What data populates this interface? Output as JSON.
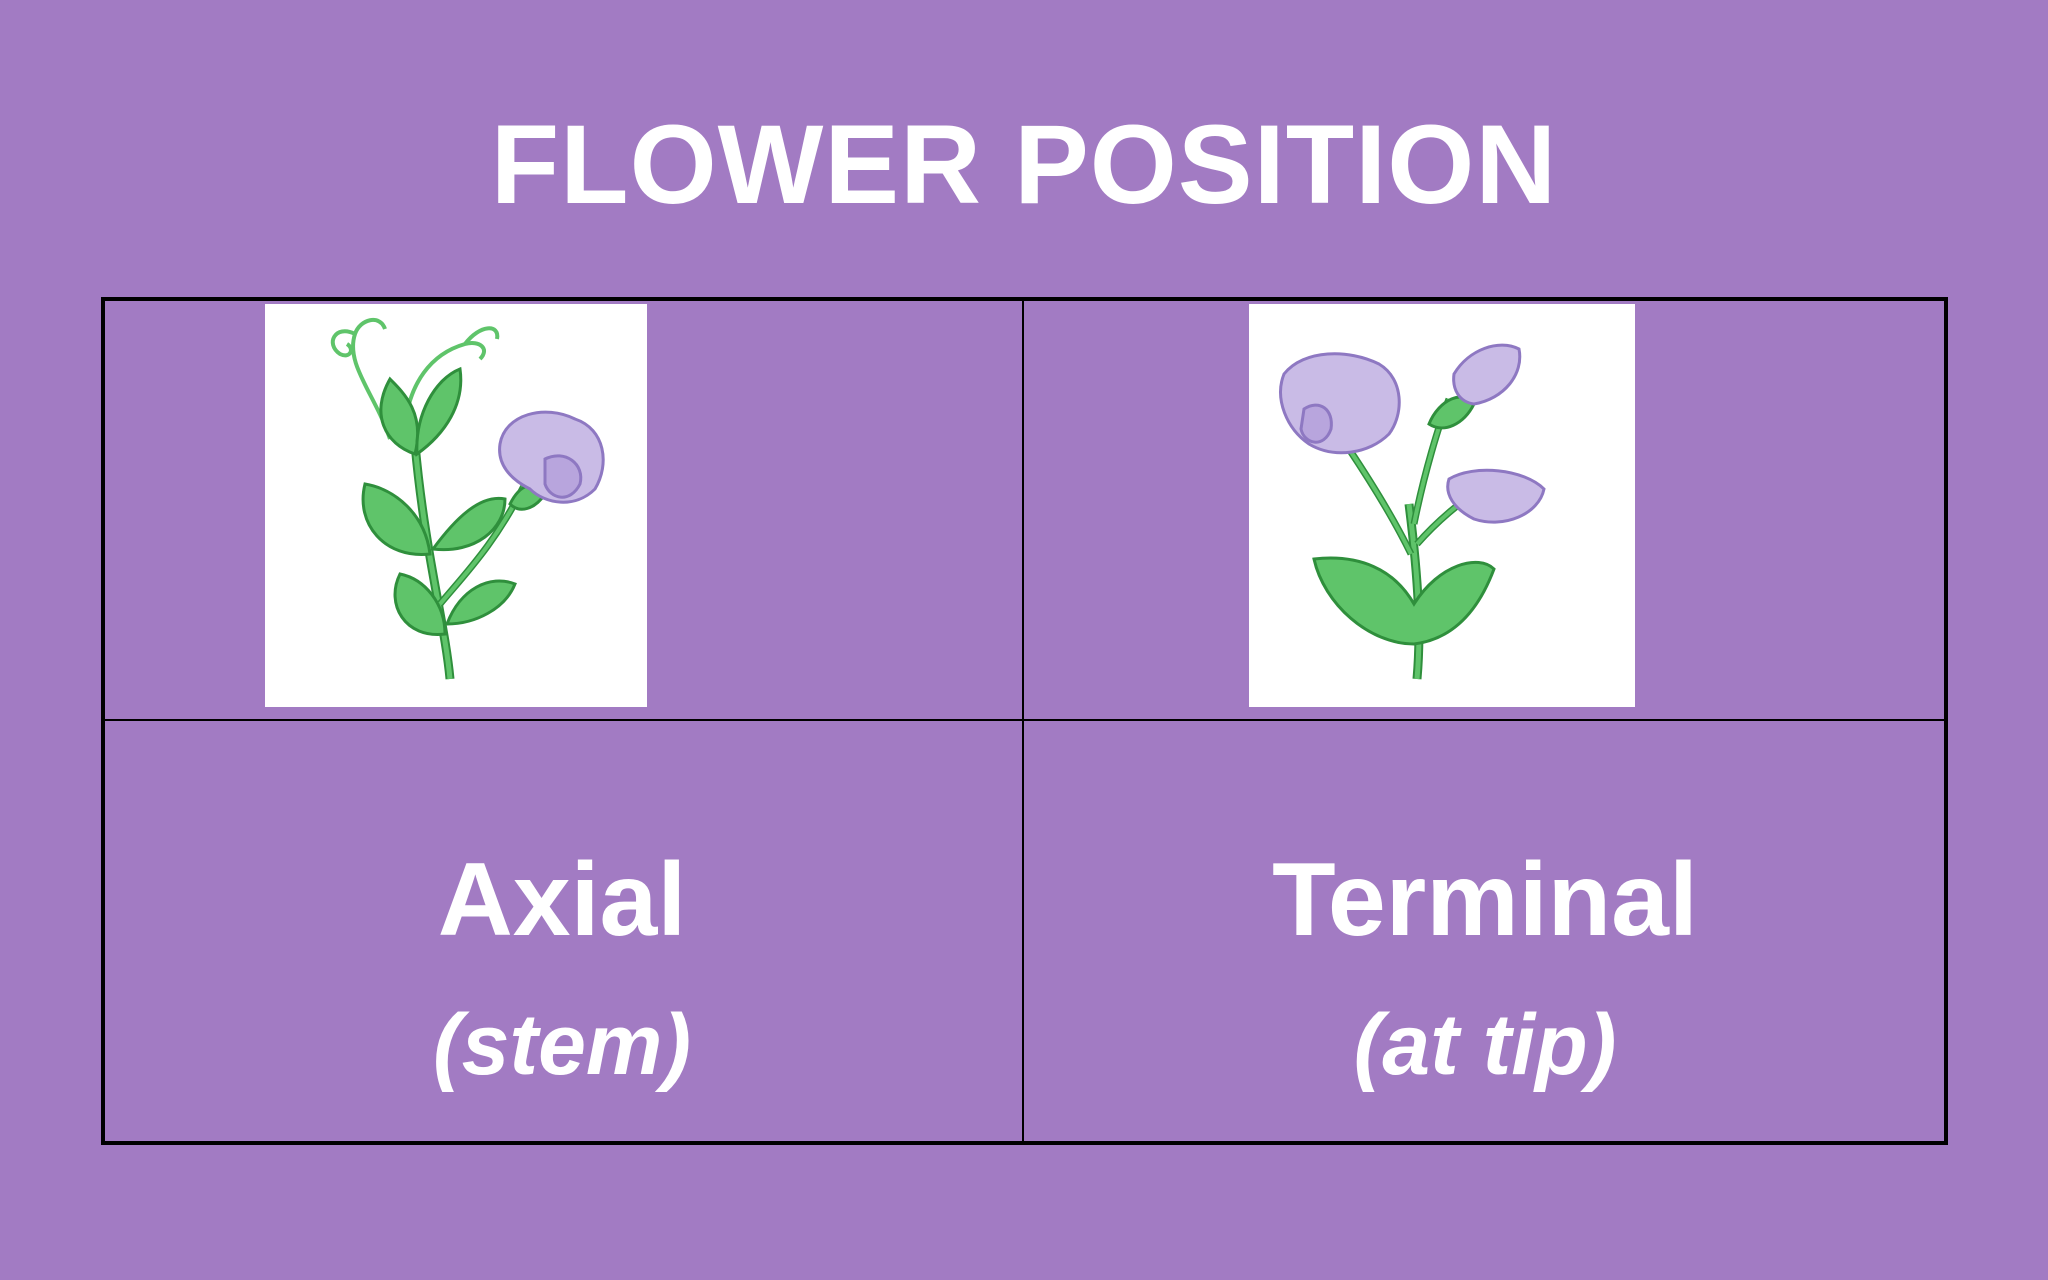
{
  "slide": {
    "title": "FLOWER POSITION",
    "background_color": "#a27bc3",
    "columns": [
      {
        "image_icon": "axial-flower-illustration-icon",
        "label": "Axial",
        "sublabel": "(stem)"
      },
      {
        "image_icon": "terminal-flower-illustration-icon",
        "label": "Terminal",
        "sublabel": "(at tip)"
      }
    ],
    "colors": {
      "text": "#ffffff",
      "grid_lines": "#000000",
      "leaf": "#5fc46a",
      "petal": "#c9bbe6"
    }
  }
}
